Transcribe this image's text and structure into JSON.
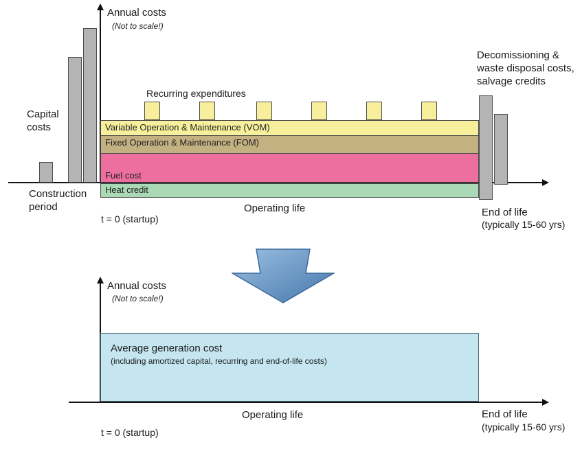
{
  "colors": {
    "bar_gray": "#b4b4b4",
    "vom_yellow": "#f7ef9c",
    "fom_tan": "#c3b181",
    "fuel_pink": "#ed6f9f",
    "heat_green": "#a9d9b5",
    "avg_blue": "#c5e6f0",
    "arrow_blue_light": "#9cc0e2",
    "arrow_blue_dark": "#4577ab"
  },
  "top_chart": {
    "y_axis_label": "Annual costs",
    "scale_note": "(Not to scale!)",
    "capital_label": "Capital costs",
    "construction_label": "Construction period",
    "recurring_label": "Recurring expenditures",
    "band_vom": "Variable Operation & Maintenance (VOM)",
    "band_fom": "Fixed Operation & Maintenance (FOM)",
    "band_fuel": "Fuel cost",
    "band_heat": "Heat credit",
    "decommissioning_label": "Decomissioning & waste disposal costs, salvage credits",
    "x_axis_label": "Operating life",
    "startup_label": "t = 0 (startup)",
    "end_label": "End of life",
    "end_sub": "(typically 15-60 yrs)"
  },
  "bottom_chart": {
    "y_axis_label": "Annual costs",
    "scale_note": "(Not to scale!)",
    "avg_title": "Average generation cost",
    "avg_sub": "(including amortized capital, recurring and end-of-life costs)",
    "x_axis_label": "Operating life",
    "startup_label": "t = 0 (startup)",
    "end_label": "End of life",
    "end_sub": "(typically 15-60 yrs)"
  }
}
